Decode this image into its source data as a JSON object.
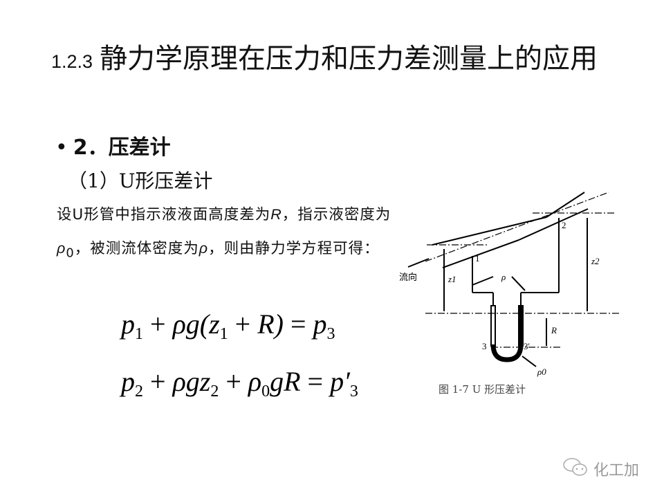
{
  "title": {
    "number": "1.2.3",
    "text": "静力学原理在压力和压力差测量上的应用"
  },
  "bullet": {
    "marker": "•",
    "text": "2．压差计"
  },
  "subheading": "（1）U形压差计",
  "paragraph": {
    "part1": "设U形管中指示液液面高度差为",
    "R": "R",
    "part2": "，指示液密度为",
    "rho0": "ρ",
    "rho0_sub": "0",
    "part3": "，被测流体密度为",
    "rho": "ρ",
    "part4": "，则由静力学方程可得："
  },
  "equations": [
    {
      "text": "p1 + ρg(z1 + R) = p3"
    },
    {
      "text": "p2 + ρgz2 + ρ0gR = p'3"
    }
  ],
  "figure": {
    "labels": {
      "flow": "流向",
      "point1": "1",
      "point2": "2",
      "z1": "z1",
      "z2": "z2",
      "rho": "ρ",
      "R": "R",
      "p3": "3",
      "p3prime": "3'",
      "rho0": "ρ0"
    },
    "caption": "图 1-7    U 形压差计"
  },
  "watermark": {
    "icon": "wechat-icon",
    "text": "化工加"
  }
}
